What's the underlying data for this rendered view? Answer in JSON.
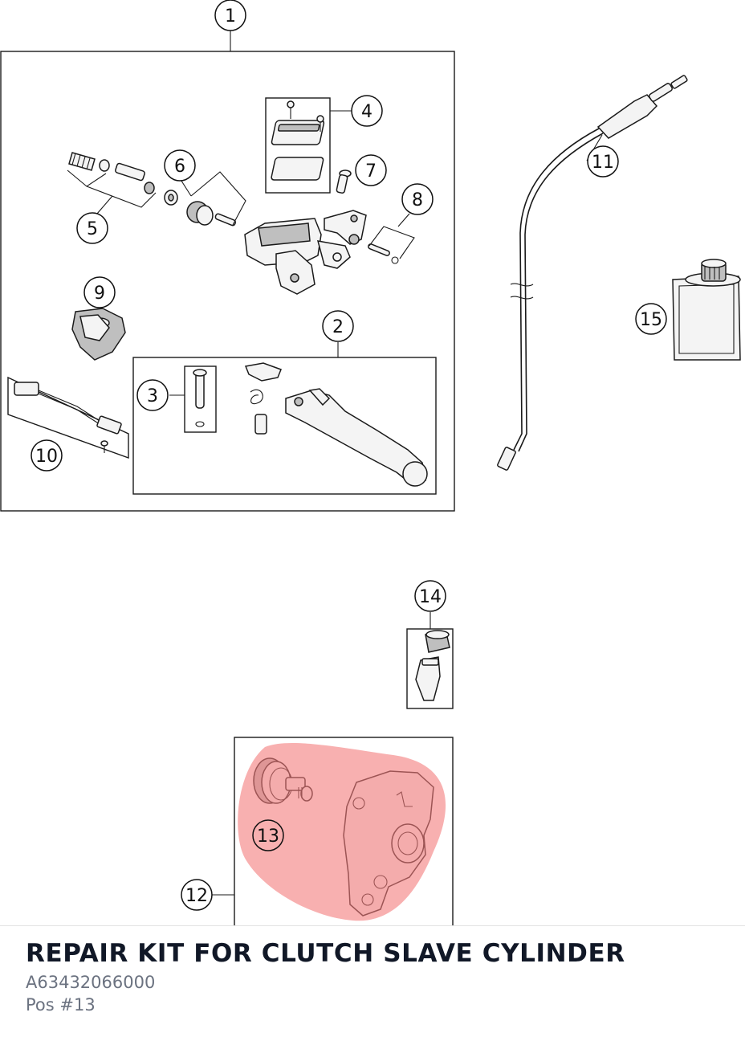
{
  "diagram": {
    "callouts": [
      {
        "id": "c1",
        "label": "1"
      },
      {
        "id": "c2",
        "label": "2"
      },
      {
        "id": "c3",
        "label": "3"
      },
      {
        "id": "c4",
        "label": "4"
      },
      {
        "id": "c5",
        "label": "5"
      },
      {
        "id": "c6",
        "label": "6"
      },
      {
        "id": "c7",
        "label": "7"
      },
      {
        "id": "c8",
        "label": "8"
      },
      {
        "id": "c9",
        "label": "9"
      },
      {
        "id": "c10",
        "label": "10"
      },
      {
        "id": "c11",
        "label": "11"
      },
      {
        "id": "c12",
        "label": "12"
      },
      {
        "id": "c13",
        "label": "13"
      },
      {
        "id": "c14",
        "label": "14"
      },
      {
        "id": "c15",
        "label": "15"
      }
    ],
    "highlight_color": "#f47c7c",
    "highlighted_position": "13"
  },
  "part": {
    "title": "REPAIR KIT FOR CLUTCH SLAVE CYLINDER",
    "number": "A63432066000",
    "position_label": "Pos #13"
  }
}
